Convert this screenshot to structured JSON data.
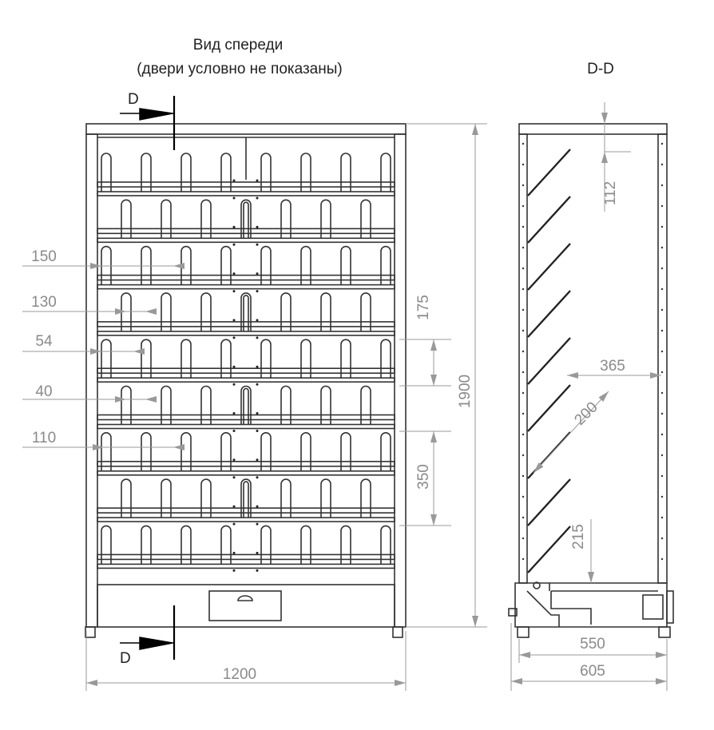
{
  "titles": {
    "front_view": "Вид спереди",
    "front_note": "(двери условно не показаны)",
    "section": "D-D",
    "cut_top": "D",
    "cut_bottom": "D"
  },
  "dimensions": {
    "height_total": "1900",
    "width_total": "1200",
    "depth_inner": "550",
    "depth_total": "605",
    "shelf_depth": "365",
    "hook_length": "200",
    "top_gap": "112",
    "bottom_gap": "215",
    "shelf_pitch": "175",
    "double_pitch": "350",
    "hook_pitch": "150",
    "hook_offset": "130",
    "hook_width_outer": "54",
    "hook_width_inner": "40",
    "hook_spacing": "110"
  }
}
